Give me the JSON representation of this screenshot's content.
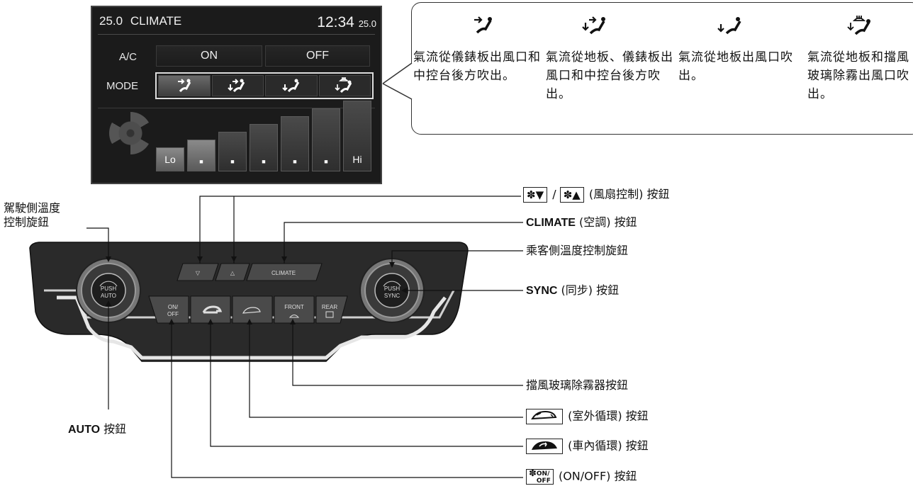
{
  "screen": {
    "title_temp_left": "25.0",
    "title": "CLIMATE",
    "clock": "12:34",
    "title_temp_right": "25.0",
    "ac_label": "A/C",
    "ac_on": "ON",
    "ac_off": "OFF",
    "mode_label": "MODE",
    "mode_icons": [
      "vent-icon",
      "bi-level-icon",
      "floor-icon",
      "floor-defrost-icon"
    ],
    "fan_levels": 7,
    "fan_current_level": 2,
    "fan_lo": "Lo",
    "fan_hi": "Hi",
    "fan_mid_marker": "■"
  },
  "mode_descriptions": [
    {
      "icon": "vent-icon",
      "text": "氣流從儀錶板出風口和中控台後方吹出。"
    },
    {
      "icon": "bi-level-icon",
      "text": "氣流從地板、儀錶板出風口和中控台後方吹出。"
    },
    {
      "icon": "floor-icon",
      "text": "氣流從地板出風口吹出。"
    },
    {
      "icon": "floor-defrost-icon",
      "text": "氣流從地板和擋風玻璃除霧出風口吹出。"
    }
  ],
  "panel": {
    "left_knob_top": "PUSH",
    "left_knob_bottom": "AUTO",
    "right_knob_top": "PUSH",
    "right_knob_bottom": "SYNC",
    "climate_button": "CLIMATE",
    "fan_down_symbol": "▽",
    "fan_up_symbol": "△",
    "onoff_line1": "ON/",
    "onoff_line2": "OFF",
    "front_label": "FRONT",
    "rear_label": "REAR"
  },
  "labels": {
    "driver_temp_line1": "駕駛側溫度",
    "driver_temp_line2": "控制旋鈕",
    "auto_bold": "AUTO",
    "auto_rest": " 按鈕",
    "fan_slash": "/",
    "fan_rest": "(風扇控制) 按鈕",
    "fan_down_arrow": "▼",
    "fan_up_arrow": "▲",
    "climate_bold": "CLIMATE",
    "climate_rest": " (空調) 按鈕",
    "passenger_temp": "乘客側溫度控制旋鈕",
    "sync_bold": "SYNC",
    "sync_rest": " (同步) 按鈕",
    "defrost": "擋風玻璃除霧器按鈕",
    "fresh_air": "(室外循環) 按鈕",
    "recirc": "(車內循環) 按鈕",
    "onoff_icon_line1": "ON/",
    "onoff_icon_line2": "OFF",
    "onoff_rest": "(ON/OFF) 按鈕"
  }
}
